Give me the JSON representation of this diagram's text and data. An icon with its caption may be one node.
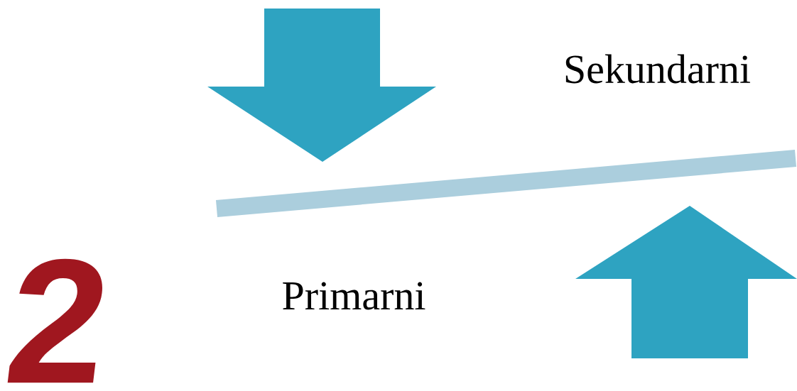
{
  "diagram": {
    "labels": [
      "Sekundarni",
      "Primarni",
      "2"
    ]
  }
}
